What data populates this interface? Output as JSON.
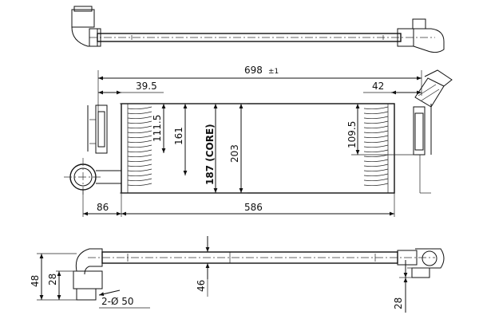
{
  "drawing": {
    "dimensions": {
      "overall_length": "698",
      "overall_tol": "±1",
      "left_offset": "39.5",
      "right_offset": "42",
      "left_pipe_h": "111.5",
      "height_161": "161",
      "core_label": "187 (CORE)",
      "total_height": "203",
      "right_pipe_h": "109.5",
      "bottom_left": "86",
      "core_width": "586",
      "side_48": "48",
      "side_28": "28",
      "thickness": "46",
      "right_28": "28",
      "pipe_diameter": "2-Ø 50"
    }
  }
}
